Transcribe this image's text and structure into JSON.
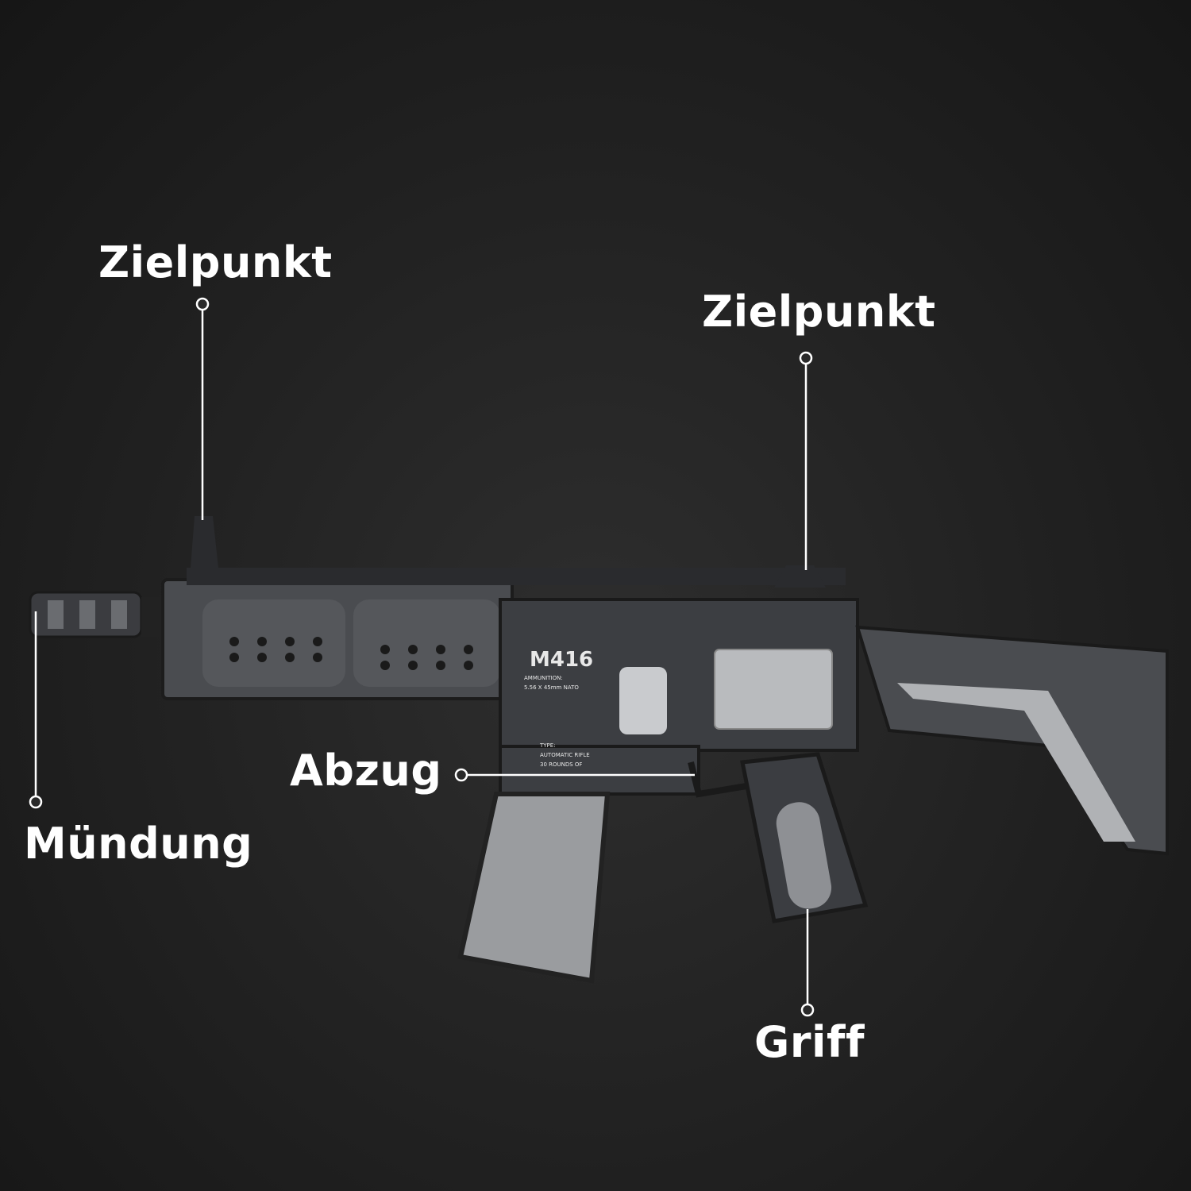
{
  "callouts": {
    "front_sight": "Zielpunkt",
    "rear_sight": "Zielpunkt",
    "muzzle": "Mündung",
    "trigger": "Abzug",
    "grip": "Griff"
  },
  "gun_markings": {
    "model": "M416",
    "ammo_label": "AMMUNITION:",
    "ammo_value": "5.56 X 45mm NATO",
    "type_label": "TYPE:",
    "type_line1": "AUTOMATIC RIFLE",
    "type_line2": "30 ROUNDS OF"
  },
  "colors": {
    "background": "#1e1e1e",
    "label": "#ffffff",
    "gun_body": "#4a4c50",
    "gun_dark": "#2a2b2e",
    "gun_light": "#b9bbbe"
  }
}
